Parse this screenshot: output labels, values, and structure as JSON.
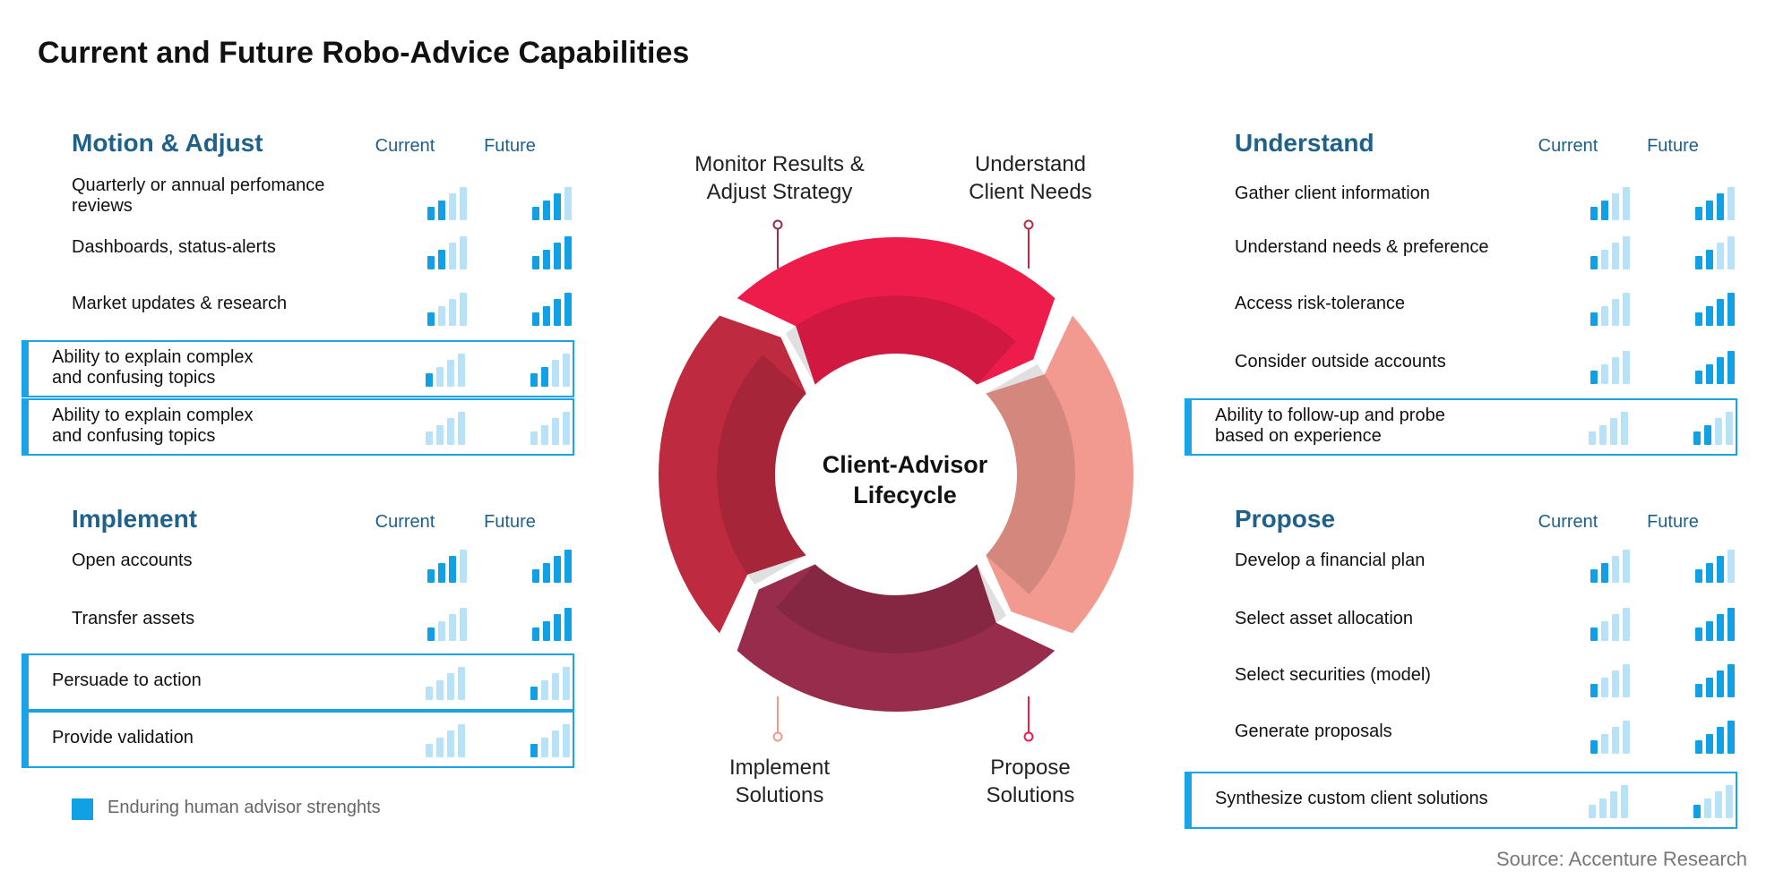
{
  "title": "Current and Future Robo-Advice Capabilities",
  "colors": {
    "accent": "#12a0e4",
    "accent_light": "#b8e2f7",
    "heading": "#1f6189",
    "segment_monitor": "#982c4d",
    "segment_understand": "#be2b40",
    "segment_propose": "#ed1c4b",
    "segment_implement": "#f29a8f"
  },
  "lifecycle": {
    "center_label": "Client-Advisor\nLifecycle",
    "stages": [
      {
        "label": "Monitor Results &\nAdjust Strategy"
      },
      {
        "label": "Understand\nClient Needs"
      },
      {
        "label": "Propose\nSolutions"
      },
      {
        "label": "Implement\nSolutions"
      }
    ]
  },
  "panels": {
    "motion": {
      "title": "Motion & Adjust",
      "current_label": "Current",
      "future_label": "Future",
      "rows": [
        {
          "label": "Quarterly or annual perfomance\nreviews",
          "current": 2,
          "future": 3,
          "enduring": false
        },
        {
          "label": "Dashboards, status-alerts",
          "current": 2,
          "future": 4,
          "enduring": false
        },
        {
          "label": "Market updates & research",
          "current": 1,
          "future": 4,
          "enduring": false
        },
        {
          "label": "Ability to explain complex\nand confusing topics",
          "current": 1,
          "future": 2,
          "enduring": true
        },
        {
          "label": "Ability to explain complex\nand confusing topics",
          "current": 0,
          "future": 0,
          "enduring": true
        }
      ]
    },
    "implement": {
      "title": "Implement",
      "current_label": "Current",
      "future_label": "Future",
      "rows": [
        {
          "label": "Open accounts",
          "current": 3,
          "future": 4,
          "enduring": false
        },
        {
          "label": "Transfer assets",
          "current": 1,
          "future": 4,
          "enduring": false
        },
        {
          "label": "Persuade to action",
          "current": 0,
          "future": 1,
          "enduring": true
        },
        {
          "label": "Provide validation",
          "current": 0,
          "future": 1,
          "enduring": true
        }
      ]
    },
    "understand": {
      "title": "Understand",
      "current_label": "Current",
      "future_label": "Future",
      "rows": [
        {
          "label": "Gather client information",
          "current": 2,
          "future": 3,
          "enduring": false
        },
        {
          "label": "Understand needs & preference",
          "current": 1,
          "future": 2,
          "enduring": false
        },
        {
          "label": "Access risk-tolerance",
          "current": 1,
          "future": 4,
          "enduring": false
        },
        {
          "label": "Consider outside accounts",
          "current": 1,
          "future": 4,
          "enduring": false
        },
        {
          "label": "Ability to follow-up and probe\nbased on experience",
          "current": 0,
          "future": 2,
          "enduring": true
        }
      ]
    },
    "propose": {
      "title": "Propose",
      "current_label": "Current",
      "future_label": "Future",
      "rows": [
        {
          "label": "Develop a financial plan",
          "current": 2,
          "future": 3,
          "enduring": false
        },
        {
          "label": "Select asset allocation",
          "current": 1,
          "future": 4,
          "enduring": false
        },
        {
          "label": "Select securities (model)",
          "current": 1,
          "future": 4,
          "enduring": false
        },
        {
          "label": "Generate proposals",
          "current": 1,
          "future": 4,
          "enduring": false
        },
        {
          "label": "Synthesize custom client solutions",
          "current": 0,
          "future": 1,
          "enduring": true
        }
      ]
    }
  },
  "legend": {
    "label": "Enduring human advisor strenghts",
    "icon": "square-swatch"
  },
  "source": "Source: Accenture Research"
}
